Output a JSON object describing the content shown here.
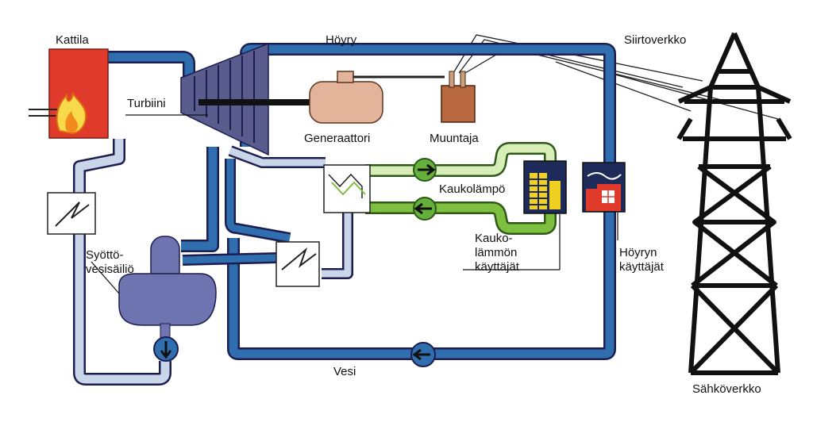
{
  "labels": {
    "boiler": "Kattila",
    "steam": "Höyry",
    "grid_transmission": "Siirtoverkko",
    "turbine": "Turbiini",
    "generator": "Generaattori",
    "transformer": "Muuntaja",
    "district_heat": "Kaukolämpö",
    "district_heat_users": "Kauko-\nlämmön\nkäyttäjät",
    "steam_users": "Höyryn\nkäyttäjät",
    "feedwater_tank": "Syöttö-\nvesisäiliö",
    "water": "Vesi",
    "electric_grid": "Sähköverkko"
  },
  "colors": {
    "pipe_blue": "#2f6fb0",
    "pipe_outline": "#1d1d4f",
    "pipe_light": "#c9d6ea",
    "district_green": "#7fbf3f",
    "district_light": "#d8eeb8",
    "boiler_red": "#e03a2a",
    "turbine": "#5b5c8e",
    "generator": "#e4b49a",
    "transformer": "#b8693f",
    "tank": "#6e74b0",
    "pump_green": "#64b03a",
    "pump_blue": "#2f6fb0"
  },
  "icons": [
    "flame-icon",
    "pump-arrow-icon",
    "building-icon",
    "factory-icon",
    "heat-exchanger-icon",
    "power-pylon-icon"
  ]
}
